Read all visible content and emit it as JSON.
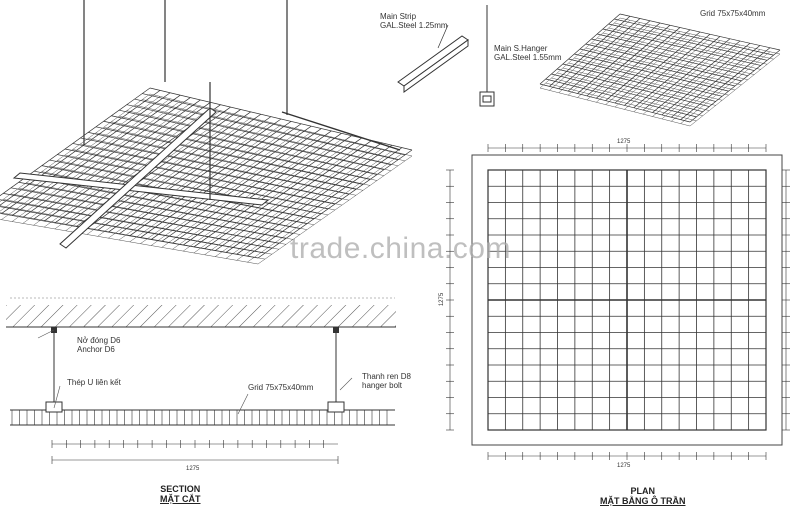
{
  "watermark": "trade.china.com",
  "labels": {
    "main_strip": [
      "Main Strip",
      "GAL.Steel 1.25mm"
    ],
    "main_hanger": [
      "Main S.Hanger",
      "GAL.Steel 1.55mm"
    ],
    "grid_top": "Grid 75x75x40mm",
    "anchor": [
      "Nở đóng D6",
      "Anchor D6"
    ],
    "u_channel": "Thép U liên kết",
    "grid_section": "Grid 75x75x40mm",
    "hanger_bolt": [
      "Thanh ren D8",
      "hanger bolt"
    ]
  },
  "dimensions": {
    "plan_width": "1275",
    "plan_height": "1275",
    "section_width": "1275"
  },
  "section_title": {
    "line1": "SECTION",
    "line2": "MẶT CẮT"
  },
  "plan_title": {
    "line1": "PLAN",
    "line2": "MẶT BẰNG Ô TRẦN"
  },
  "colors": {
    "line": "#333333",
    "fill": "#ffffff"
  }
}
